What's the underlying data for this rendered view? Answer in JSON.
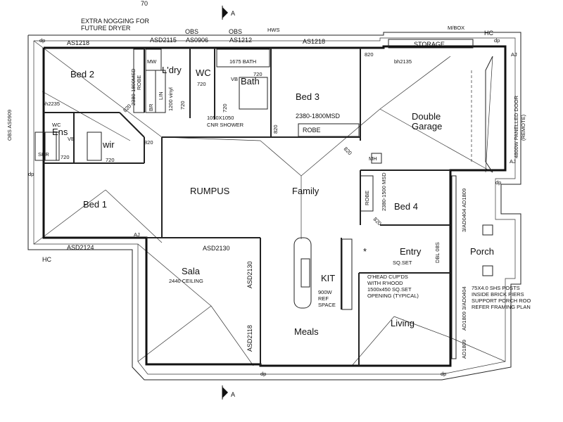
{
  "top_label": "70",
  "notes": {
    "nogging_line1": "EXTRA NOGGING FOR",
    "nogging_line2": "FUTURE DRYER",
    "mbox": "M/BOX",
    "hws": "HWS",
    "hc": "HC",
    "dp": "dp",
    "aj": "AJ",
    "bh_left": "bh2235",
    "bh_right": "bh2135",
    "obs": "OBS",
    "obs_side": "OBS AS0909"
  },
  "windows": {
    "as1218_left": "AS1218",
    "asd2115": "ASD2115",
    "as0906": "AS0906",
    "as1212": "AS1212",
    "as1218_right": "AS1218",
    "asd2124": "ASD2124",
    "asd2130_top": "ASD2130",
    "asd2130_side": "ASD2130",
    "asd2118": "ASD2118",
    "ad1809_a": "3/AD0404 AD1809",
    "ad1809_b": "AD1809 3/AD0404",
    "ad1809_c": "AD1809"
  },
  "rooms": {
    "bed2": "Bed 2",
    "ldry": "L'dry",
    "wc": "WC",
    "bath": "Bath",
    "bed3": "Bed 3",
    "double_garage_1": "Double",
    "double_garage_2": "Garage",
    "storage": "STORAGE",
    "ens": "Ens",
    "wir": "wir",
    "bed1": "Bed 1",
    "rumpus": "RUMPUS",
    "family": "Family",
    "bed4": "Bed 4",
    "entry": "Entry",
    "porch": "Porch",
    "sala": "Sala",
    "sala_ceiling": "2440 CEILING",
    "kit": "KIT",
    "meals": "Meals",
    "living": "Living"
  },
  "fixtures": {
    "robe": "ROBE",
    "mw": "MW",
    "br": "BR",
    "lin": "LIN",
    "vinyl": "1200 vinyl",
    "wc_small": "WC",
    "vb": "VB",
    "shr": "SHR",
    "bath_size": "1675 BATH",
    "shower_1": "1050X1050",
    "shower_2": "CNR SHOWER",
    "robe_bed3": "ROBE",
    "msd_bed3": "2380-1800MSD",
    "msd_bed2": "2380-1800MSD",
    "robe_bed4": "ROBE",
    "msd_bed4": "2380-1500 MSD",
    "mh": "MH",
    "sqset": "SQ.SET",
    "ohead_1": "O'HEAD CUP'DS",
    "ohead_2": "WITH R'HOOD",
    "opening_1": "1500x450 SQ.SET",
    "opening_2": "OPENING (TYPICAL)",
    "ref_1": "900W",
    "ref_2": "REF",
    "ref_3": "SPACE",
    "garage_door_1": "4800W PANELLED DOOR",
    "garage_door_2": "(REMOTE)",
    "dbl_lbl": "DBL 08S",
    "posts_1": "75X4.0 SHS POSTS",
    "posts_2": "INSIDE BRICK PIERS",
    "posts_3": "SUPPORT PORCH ROO",
    "posts_4": "REFER FRAMING PLAN",
    "section": "A",
    "star": "*"
  },
  "dims": {
    "d720": "720",
    "d820": "820"
  }
}
